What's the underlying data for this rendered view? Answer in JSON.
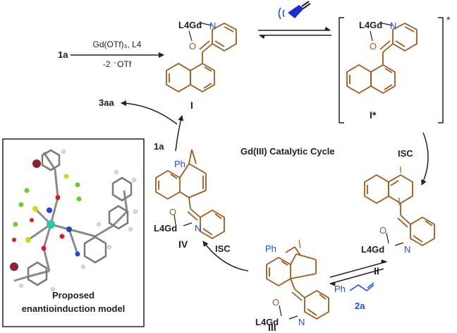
{
  "title": "Gd(III) Catalytic Cycle",
  "colors": {
    "molecule": "#a0591a",
    "gd": "#222222",
    "n_atom": "#1f4fd8",
    "styrene": "#1f4fd8",
    "arrow": "#222222"
  },
  "step1": {
    "start": "1a",
    "reagent": "Gd(OTf)₃, L4",
    "loss": "-2 ⁻OTf"
  },
  "product": "3aa",
  "reentry": "1a",
  "isc_right": "ISC",
  "isc_left": "ISC",
  "styrene_label": "2a",
  "styrene_ph": "Ph",
  "intermediates": {
    "I": {
      "label": "I",
      "gd": "L4Gd",
      "n": "N",
      "o": "O"
    },
    "I_star": {
      "label": "I*",
      "gd": "L4Gd",
      "n": "N",
      "o": "O",
      "star": "*"
    },
    "II": {
      "label": "II",
      "gd": "L4Gd",
      "n": "N",
      "o": "O"
    },
    "III": {
      "label": "III",
      "gd": "L4Gd",
      "n": "N",
      "o": "O",
      "ph": "Ph"
    },
    "IV": {
      "label": "IV",
      "gd": "L4Gd",
      "n": "N",
      "o": "O",
      "ph": "Ph"
    }
  },
  "model_caption_line1": "Proposed",
  "model_caption_line2": "enantioinduction model",
  "icons": [
    "light-source-icon",
    "chevron-icon"
  ]
}
